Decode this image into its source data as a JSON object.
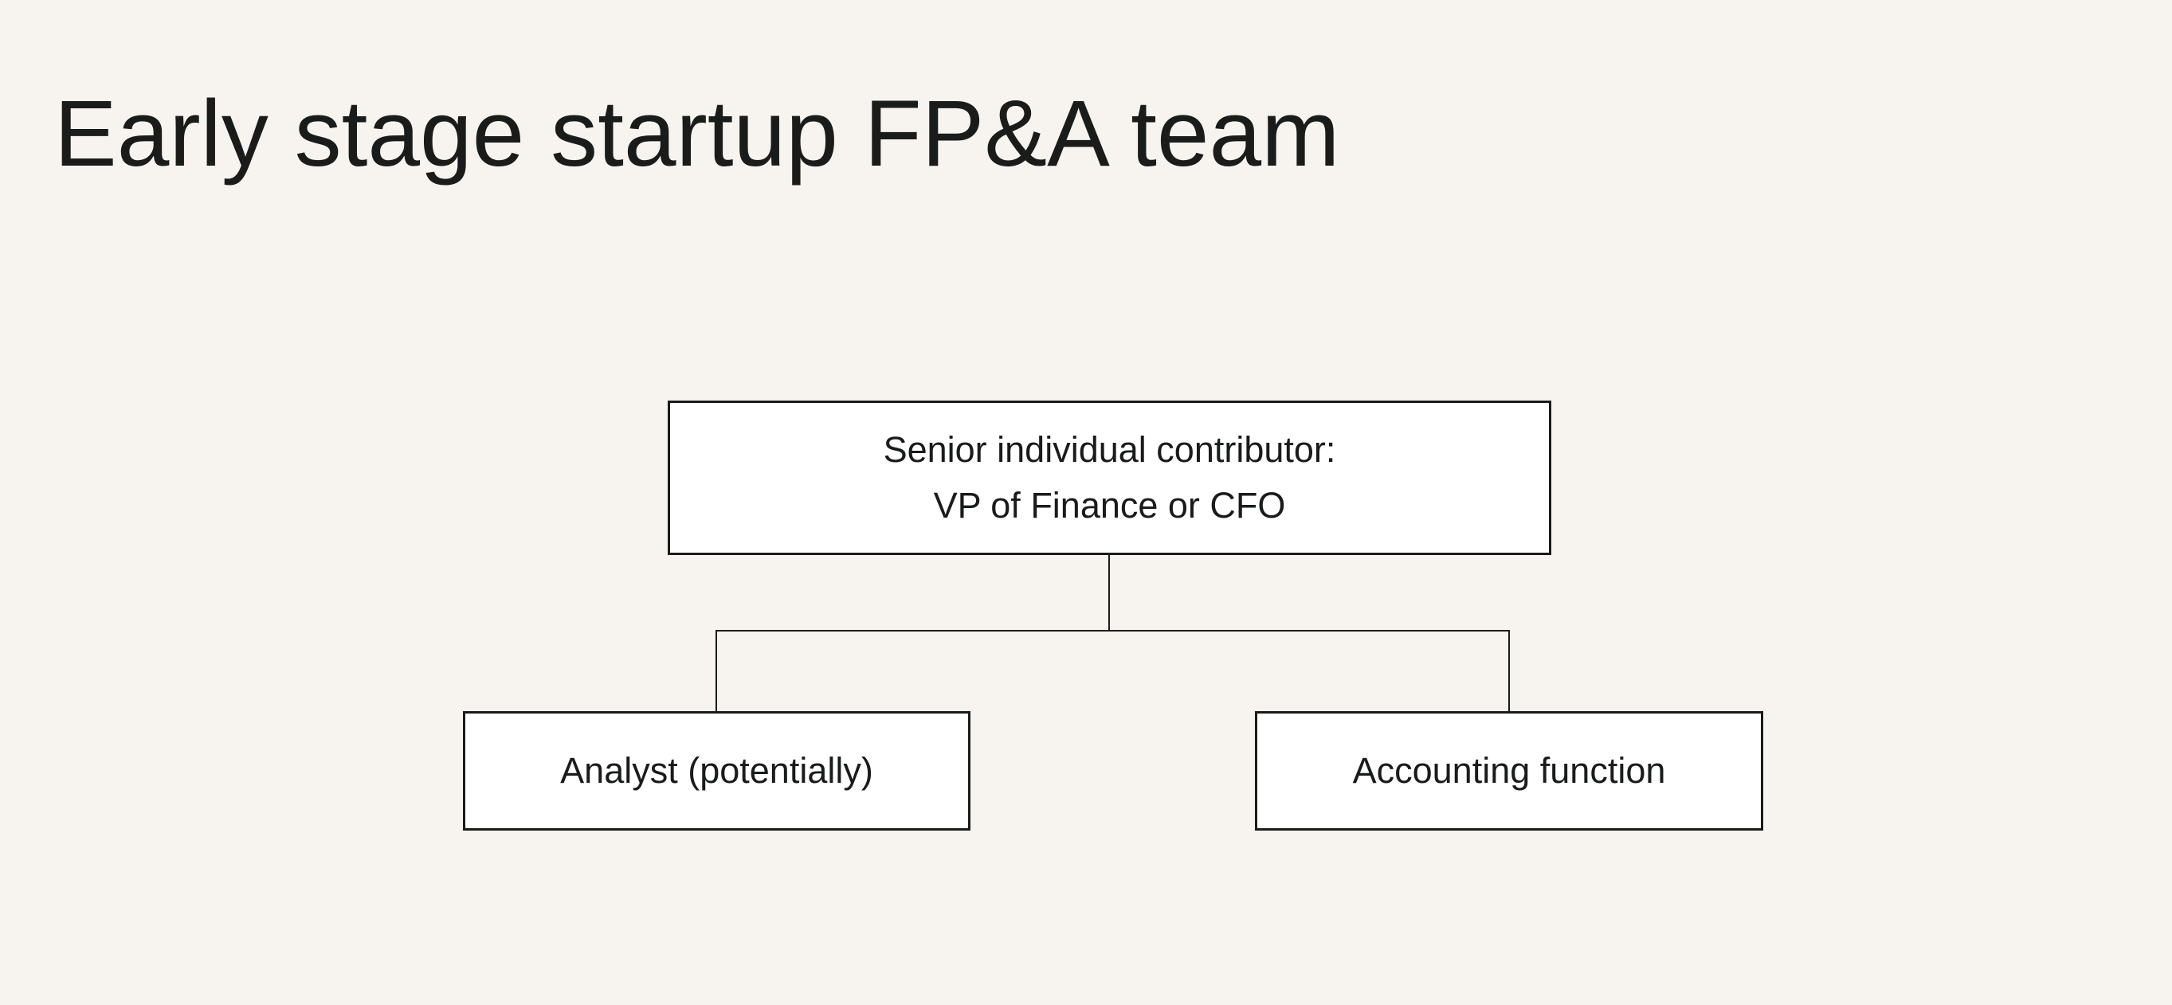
{
  "slide": {
    "title": "Early stage startup FP&A team",
    "background_color": "#f7f4ef",
    "box_fill_color": "#ffffff",
    "line_color": "#191c1a",
    "text_color": "#191c1a"
  },
  "org_chart": {
    "root": {
      "label_line1": "Senior individual contributor:",
      "label_line2": "VP of Finance or CFO"
    },
    "children": [
      {
        "label": "Analyst (potentially)"
      },
      {
        "label": "Accounting function"
      }
    ]
  }
}
